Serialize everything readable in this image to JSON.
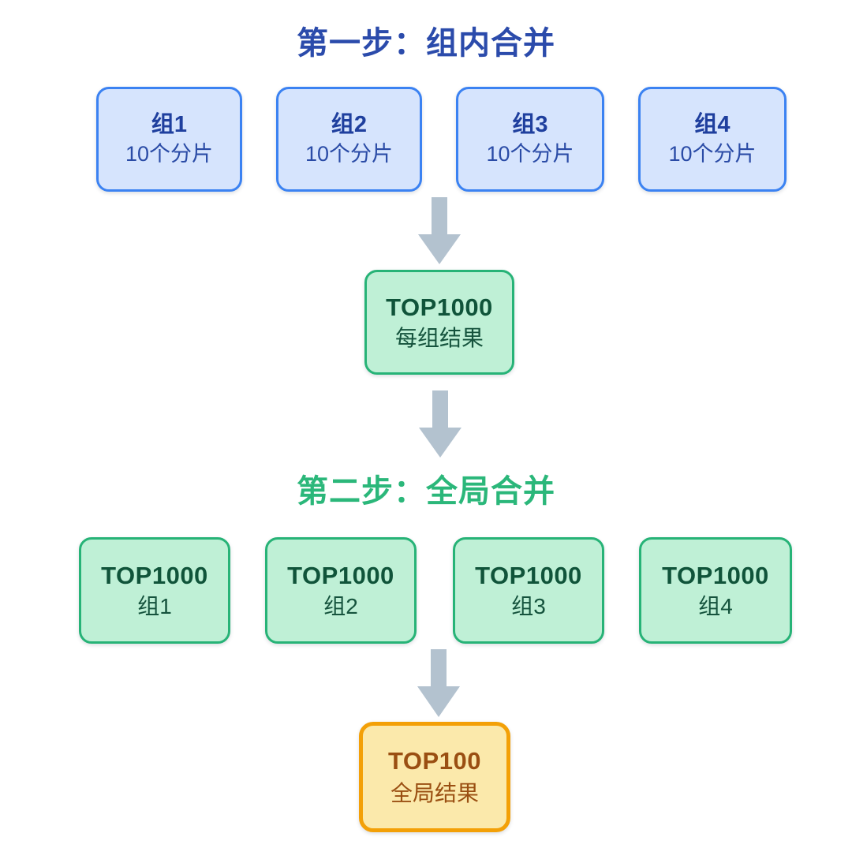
{
  "diagram": {
    "background": "#ffffff",
    "step1": {
      "title": "第一步：组内合并",
      "title_color": "#2b4bab",
      "groups": [
        {
          "name": "组1",
          "detail": "10个分片"
        },
        {
          "name": "组2",
          "detail": "10个分片"
        },
        {
          "name": "组3",
          "detail": "10个分片"
        },
        {
          "name": "组4",
          "detail": "10个分片"
        }
      ],
      "result": {
        "name": "TOP1000",
        "detail": "每组结果"
      }
    },
    "step2": {
      "title": "第二步：全局合并",
      "title_color": "#2bb77a",
      "groups": [
        {
          "name": "TOP1000",
          "detail": "组1"
        },
        {
          "name": "TOP1000",
          "detail": "组2"
        },
        {
          "name": "TOP1000",
          "detail": "组3"
        },
        {
          "name": "TOP1000",
          "detail": "组4"
        }
      ],
      "result": {
        "name": "TOP100",
        "detail": "全局结果"
      }
    },
    "colors": {
      "blue_fill": "#d6e4fd",
      "blue_border": "#3b82f2",
      "blue_text": "#1f3f9e",
      "green_fill": "#bff0d6",
      "green_border": "#27b377",
      "green_text": "#10543a",
      "orange_fill": "#fbe9ab",
      "orange_border": "#f3a007",
      "orange_text": "#9a4f12",
      "arrow": "#b3c2cf"
    },
    "arrows": [
      {
        "id": "arrow-group2-to-result"
      },
      {
        "id": "arrow-result-to-step2"
      },
      {
        "id": "arrow-groups-to-final"
      }
    ]
  }
}
